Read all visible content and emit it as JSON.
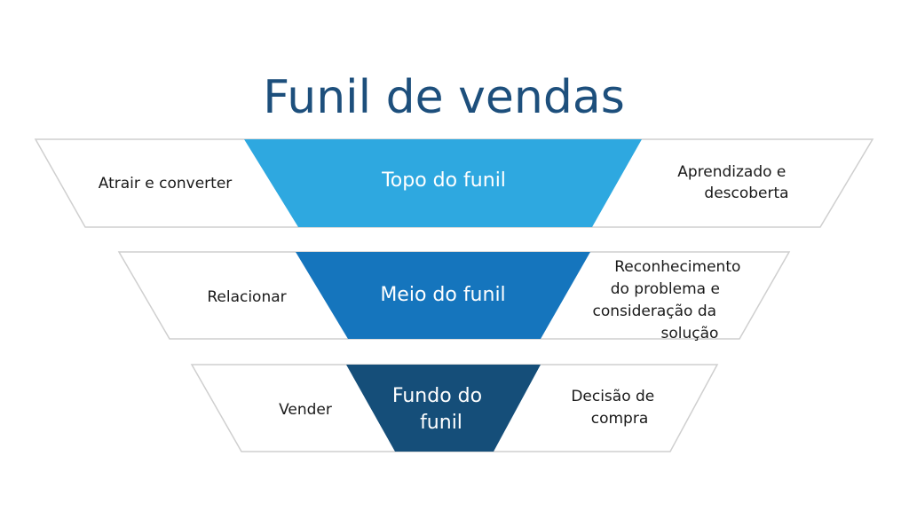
{
  "title": "Funil de vendas",
  "colors": {
    "title": "#1d4f7c",
    "stage_top": "#2ea8e0",
    "stage_middle": "#1575bd",
    "stage_bottom": "#154e79",
    "band_outline": "#cfcfcf"
  },
  "stages": [
    {
      "label": [
        "Topo do funil"
      ],
      "left": [
        "Atrair e converter"
      ],
      "right": [
        "Aprendizado e",
        "descoberta"
      ]
    },
    {
      "label": [
        "Meio do funil"
      ],
      "left": [
        "Relacionar"
      ],
      "right": [
        "Reconhecimento",
        "do problema e",
        "consideração da",
        "solução"
      ]
    },
    {
      "label": [
        "Fundo do",
        "funil"
      ],
      "left": [
        "Vender"
      ],
      "right": [
        "Decisão de",
        "compra"
      ]
    }
  ]
}
